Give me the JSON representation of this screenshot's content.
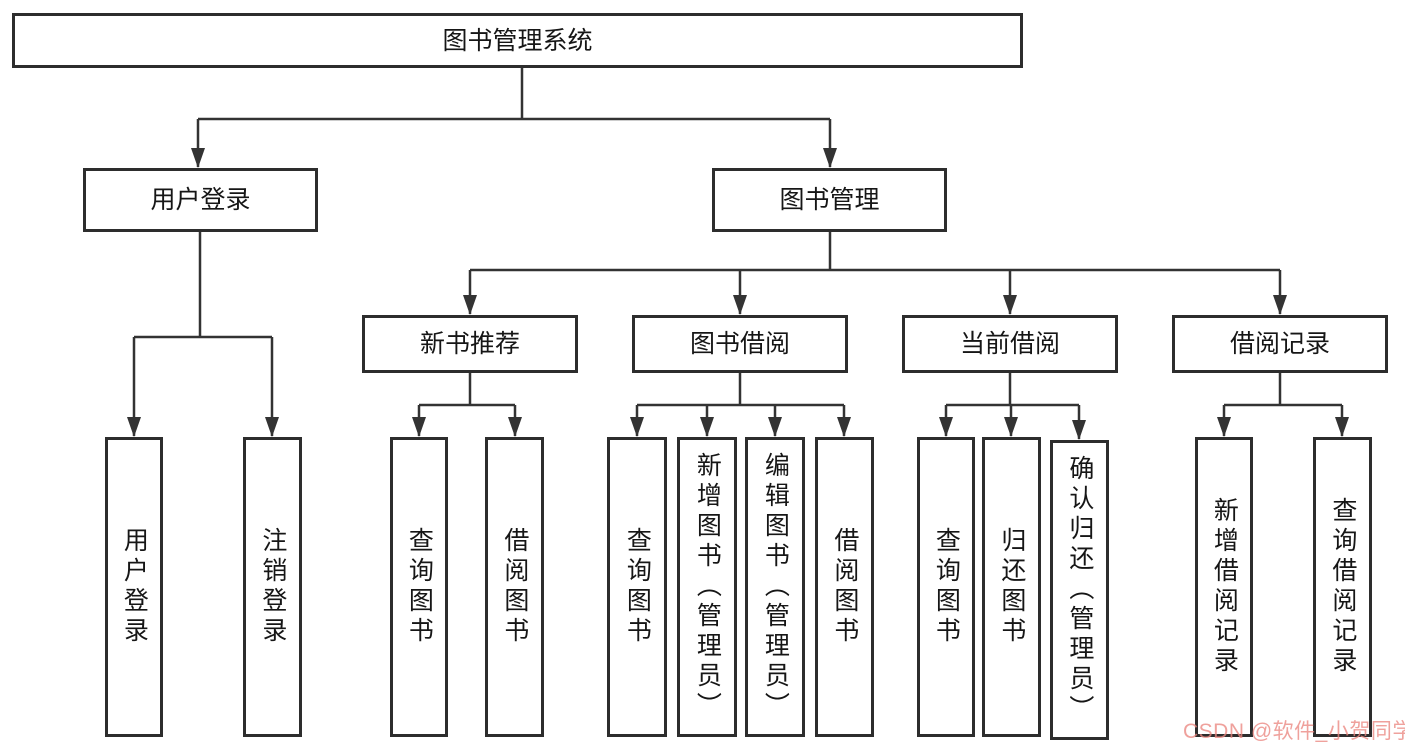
{
  "tree": {
    "label": "图书管理系统",
    "children": [
      {
        "label": "用户登录",
        "children": [
          {
            "label": "用户登录"
          },
          {
            "label": "注销登录"
          }
        ]
      },
      {
        "label": "图书管理",
        "children": [
          {
            "label": "新书推荐",
            "children": [
              {
                "label": "查询图书"
              },
              {
                "label": "借阅图书"
              }
            ]
          },
          {
            "label": "图书借阅",
            "children": [
              {
                "label": "查询图书"
              },
              {
                "label": "新增图书（管理员）"
              },
              {
                "label": "编辑图书（管理员）"
              },
              {
                "label": "借阅图书"
              }
            ]
          },
          {
            "label": "当前借阅",
            "children": [
              {
                "label": "查询图书"
              },
              {
                "label": "归还图书"
              },
              {
                "label": "确认归还（管理员）"
              }
            ]
          },
          {
            "label": "借阅记录",
            "children": [
              {
                "label": "新增借阅记录"
              },
              {
                "label": "查询借阅记录"
              }
            ]
          }
        ]
      }
    ]
  },
  "watermark": {
    "text": "CSDN @软件_小贺同学",
    "color": "#eb8780"
  },
  "colors": {
    "line": "#333333",
    "box_border": "#2d2d2d",
    "text": "#161616",
    "background": "#ffffff"
  }
}
